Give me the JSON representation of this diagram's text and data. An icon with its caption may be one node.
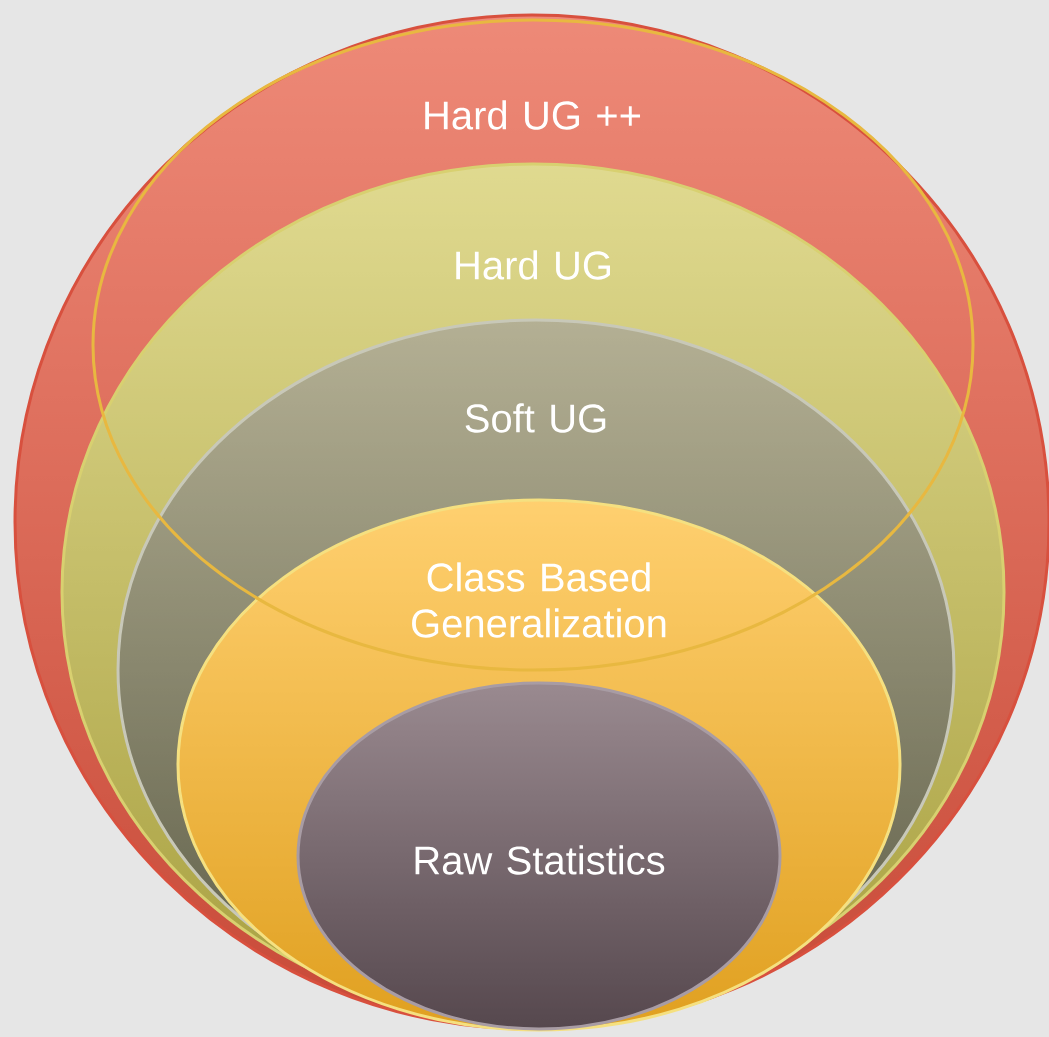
{
  "diagram": {
    "nodes": [
      {
        "text": [
          "Hard UG ++"
        ]
      },
      {
        "text": [
          "Hard UG"
        ],
        "in": 0
      },
      {
        "text": [
          "Soft UG"
        ],
        "in": 1
      },
      {
        "text": [
          "Class Based Generalization"
        ],
        "in": 2
      },
      {
        "text": [
          "Raw Statistics"
        ],
        "in": 3
      }
    ]
  }
}
